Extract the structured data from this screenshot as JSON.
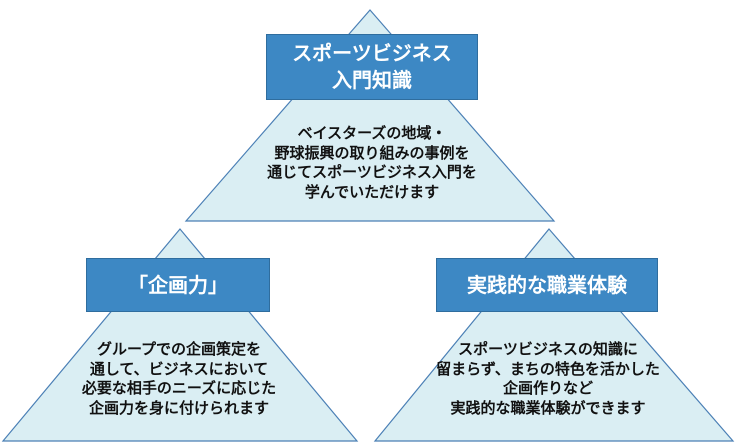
{
  "colors": {
    "triangle_fill": "#daeef3",
    "triangle_stroke": "#4a7fb5",
    "header_fill": "#3d88c4",
    "header_text": "#ffffff",
    "body_text": "#111111"
  },
  "top": {
    "title": "スポーツビジネス\n入門知識",
    "body": "ベイスターズの地域・\n野球振興の取り組みの事例を\n通じてスポーツビジネス入門を\n学んでいただけます"
  },
  "left": {
    "title": "「企画力」",
    "body": "グループでの企画策定を\n通して、ビジネスにおいて\n必要な相手のニーズに応じた\n企画力を身に付けられます"
  },
  "right": {
    "title": "実践的な職業体験",
    "body": "スポーツビジネスの知識に\n留まらず、まちの特色を活かした\n企画作りなど\n実践的な職業体験ができます"
  }
}
